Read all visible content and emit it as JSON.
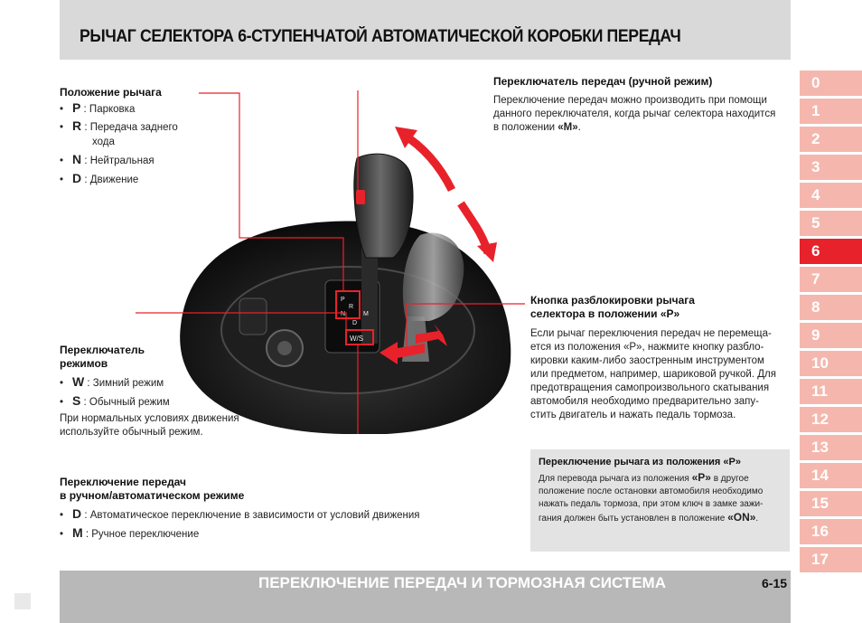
{
  "header": {
    "title": "РЫЧАГ СЕЛЕКТОРА 6-СТУПЕНЧАТОЙ АВТОМАТИЧЕСКОЙ КОРОБКИ ПЕРЕДАЧ"
  },
  "lever_position": {
    "title": "Положение рычага",
    "items": [
      {
        "key": "P",
        "text": ": Парковка"
      },
      {
        "key": "R",
        "text": ": Передача заднего",
        "text2": "хода"
      },
      {
        "key": "N",
        "text": ": Нейтральная"
      },
      {
        "key": "D",
        "text": ": Движение"
      }
    ]
  },
  "mode_switch": {
    "title_line1": "Переключатель",
    "title_line2": "режимов",
    "items": [
      {
        "key": "W",
        "text": ": Зимний режим"
      },
      {
        "key": "S",
        "text": ": Обычный режим"
      }
    ],
    "note_line1": "При нормальных условиях движения",
    "note_line2": "используйте обычный режим."
  },
  "manual_auto": {
    "title_line1": "Переключение передач",
    "title_line2": "в ручном/автоматическом режиме",
    "items": [
      {
        "key": "D",
        "text": ": Автоматическое переключение в зависимости от условий движения"
      },
      {
        "key": "M",
        "text": ": Ручное переключение"
      }
    ]
  },
  "manual_switch": {
    "title": "Переключатель передач (ручной режим)",
    "line1": "Переключение передач можно производить при помощи",
    "line2": "данного переключателя, когда рычаг селектора находится",
    "line3_prefix": "в положении ",
    "line3_bold": "«M»",
    "line3_suffix": "."
  },
  "unlock_button": {
    "title_line1": "Кнопка разблокировки рычага",
    "title_line2": "селектора в положении «P»",
    "lines": [
      "Если рычаг переключения передач не перемеща-",
      "ется из положения «P», нажмите кнопку разбло-",
      "кировки каким-либо заостренным инструментом",
      "или предметом, например, шариковой ручкой. Для",
      "предотвращения самопроизвольного скатывания",
      "автомобиля необходимо предварительно запу-",
      "стить двигатель и нажать педаль тормоза."
    ]
  },
  "note_box": {
    "title": "Переключение рычага из положения «P»",
    "line1_prefix": "Для перевода рычага из положения ",
    "line1_bold": "«P»",
    "line1_suffix": " в другое",
    "line2": "положение после остановки автомобиля необходимо",
    "line3": "нажать педаль тормоза, при этом ключ в замке зажи-",
    "line4_prefix": "гания должен быть установлен в положение ",
    "line4_bold": "«ON»",
    "line4_suffix": "."
  },
  "figure": {
    "gate_labels": [
      "P",
      "R",
      "N",
      "D",
      "M"
    ],
    "mode_button_label": "W/S"
  },
  "footer": {
    "title": "ПЕРЕКЛЮЧЕНИЕ ПЕРЕДАЧ И ТОРМОЗНАЯ СИСТЕМА",
    "page": "6-15"
  },
  "tabs": [
    "0",
    "1",
    "2",
    "3",
    "4",
    "5",
    "6",
    "7",
    "8",
    "9",
    "10",
    "11",
    "12",
    "13",
    "14",
    "15",
    "16",
    "17"
  ],
  "active_tab": "6",
  "colors": {
    "accent": "#e8222a",
    "tab": "#f5b7ad",
    "header_bg": "#d9d9d9",
    "footer_bg": "#b8b8b8"
  }
}
